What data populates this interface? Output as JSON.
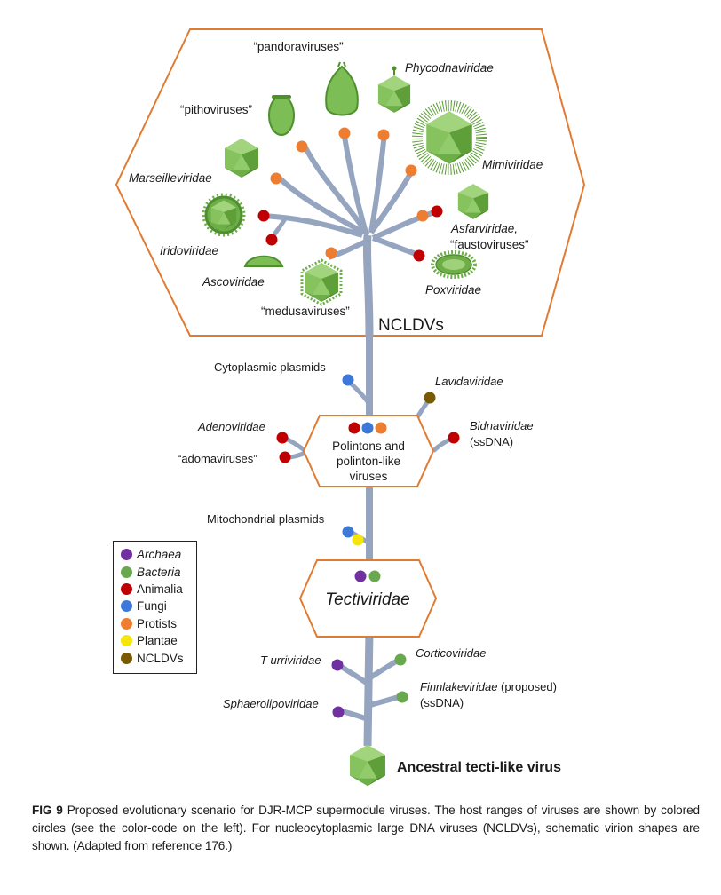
{
  "figure": {
    "nclvd_group_label": "NCLDVs",
    "nclvd_families": [
      {
        "key": "pandoraviruses",
        "label": "“pandoraviruses”",
        "italic": false,
        "host": "protists"
      },
      {
        "key": "phycodnaviridae",
        "label": "Phycodnaviridae",
        "italic": true,
        "host": "protists"
      },
      {
        "key": "pithoviruses",
        "label": "“pithoviruses”",
        "italic": false,
        "host": "protists"
      },
      {
        "key": "mimiviridae",
        "label": "Mimiviridae",
        "italic": true,
        "host": "protists"
      },
      {
        "key": "marseilleviridae",
        "label": "Marseilleviridae",
        "italic": true,
        "host": "protists"
      },
      {
        "key": "asfarviridae",
        "label": "Asfarviridae,",
        "label2": "“faustoviruses”",
        "italic": true,
        "hosts": [
          "protists",
          "animalia"
        ]
      },
      {
        "key": "iridoviridae",
        "label": "Iridoviridae",
        "italic": true,
        "host": "animalia"
      },
      {
        "key": "ascoviridae",
        "label": "Ascoviridae",
        "italic": true,
        "host": "animalia"
      },
      {
        "key": "poxviridae",
        "label": "Poxviridae",
        "italic": true,
        "host": "animalia"
      },
      {
        "key": "medusaviruses",
        "label": "“medusaviruses”",
        "italic": false,
        "host": "protists"
      }
    ],
    "polintons": {
      "label_lines": [
        "Polintons and",
        "polinton-like",
        "viruses"
      ],
      "hosts": [
        "animalia",
        "fungi",
        "protists"
      ]
    },
    "polinton_branches": [
      {
        "key": "cytoplasmic-plasmids",
        "label": "Cytoplasmic plasmids",
        "italic": false,
        "hosts": [
          "fungi"
        ]
      },
      {
        "key": "lavidaviridae",
        "label": "Lavidaviridae",
        "italic": true,
        "hosts": [
          "nclvds"
        ]
      },
      {
        "key": "adenoviridae",
        "label": "Adenoviridae",
        "italic": true,
        "hosts": [
          "animalia"
        ]
      },
      {
        "key": "adomaviruses",
        "label": "“adomaviruses”",
        "italic": false,
        "hosts": [
          "animalia"
        ]
      },
      {
        "key": "bidnaviridae",
        "label": "Bidnaviridae",
        "label2": "(ssDNA)",
        "italic": true,
        "hosts": [
          "animalia"
        ]
      },
      {
        "key": "mitochondrial-plasmids",
        "label": "Mitochondrial plasmids",
        "italic": false,
        "hosts": [
          "fungi",
          "plantae"
        ]
      }
    ],
    "tectiviridae": {
      "label": "Tectiviridae",
      "hosts": [
        "archaea",
        "bacteria"
      ]
    },
    "tecti_branches": [
      {
        "key": "turriviridae",
        "label": "T urriviridae",
        "italic": true,
        "hosts": [
          "archaea"
        ]
      },
      {
        "key": "corticoviridae",
        "label": "Corticoviridae",
        "italic": true,
        "hosts": [
          "bacteria"
        ]
      },
      {
        "key": "finnlakeviridae",
        "label": "Finnlakeviridae",
        "suffix": " (proposed)",
        "label2": "(ssDNA)",
        "italic": true,
        "hosts": [
          "bacteria"
        ]
      },
      {
        "key": "sphaerolipoviridae",
        "label": "Sphaerolipoviridae",
        "italic": true,
        "hosts": [
          "archaea"
        ]
      }
    ],
    "root": {
      "label": "Ancestral tecti-like virus"
    }
  },
  "legend": {
    "items": [
      {
        "key": "archaea",
        "label": "Archaea",
        "italic": true,
        "color": "#7030a0"
      },
      {
        "key": "bacteria",
        "label": "Bacteria",
        "italic": true,
        "color": "#6aa84f"
      },
      {
        "key": "animalia",
        "label": "Animalia",
        "italic": false,
        "color": "#c00000"
      },
      {
        "key": "fungi",
        "label": "Fungi",
        "italic": false,
        "color": "#3d78d8"
      },
      {
        "key": "protists",
        "label": "Protists",
        "italic": false,
        "color": "#ed7d31"
      },
      {
        "key": "plantae",
        "label": "Plantae",
        "italic": false,
        "color": "#f5e50a"
      },
      {
        "key": "nclvds",
        "label": "NCLDVs",
        "italic": false,
        "color": "#7a5a00"
      }
    ]
  },
  "colors": {
    "branch": "#95a5c0",
    "hexagon_border": "#e07b32",
    "virion_light": "#8cc866",
    "virion_mid": "#6fb348",
    "virion_dark": "#4e8f2e"
  },
  "caption": {
    "label": "FIG 9",
    "text": " Proposed evolutionary scenario for DJR-MCP supermodule viruses. The host ranges of viruses are shown by colored circles (see the color-code on the left). For nucleocytoplasmic large DNA viruses (NCLDVs), schematic virion shapes are shown. (Adapted from reference 176.)"
  }
}
